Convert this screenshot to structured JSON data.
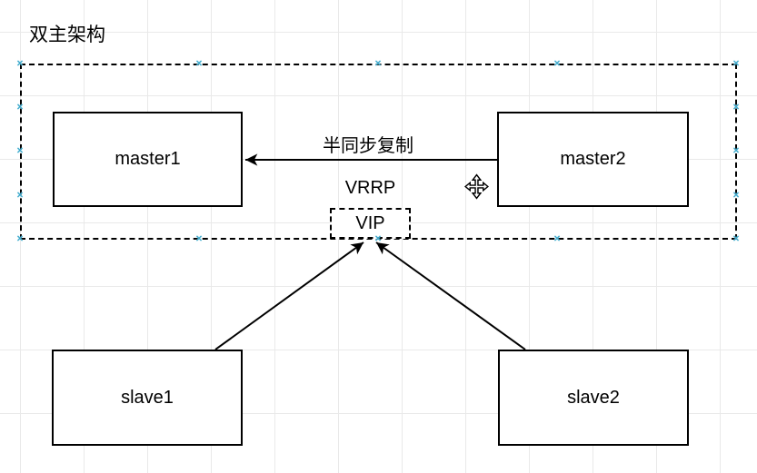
{
  "app": {
    "title": "双主架构"
  },
  "diagram": {
    "nodes": [
      {
        "id": "master1",
        "label": "master1"
      },
      {
        "id": "master2",
        "label": "master2"
      },
      {
        "id": "slave1",
        "label": "slave1"
      },
      {
        "id": "slave2",
        "label": "slave2"
      },
      {
        "id": "vip",
        "label": "VIP"
      }
    ],
    "edges": [
      {
        "from": "master2",
        "to": "master1",
        "label": "半同步复制"
      },
      {
        "from": "slave1",
        "to": "vip",
        "label": ""
      },
      {
        "from": "slave2",
        "to": "vip",
        "label": ""
      }
    ],
    "annotations": [
      {
        "id": "vrrp",
        "text": "VRRP"
      }
    ]
  },
  "icons": {
    "move_cursor": "move-cursor-icon",
    "selection_handle_glyph": "×"
  },
  "colors": {
    "node_border": "#000000",
    "node_fill": "#ffffff",
    "selection_dash": "#000000",
    "selection_handle": "#3fa9cc",
    "grid_line": "#e9e9e9",
    "text": "#000000"
  }
}
